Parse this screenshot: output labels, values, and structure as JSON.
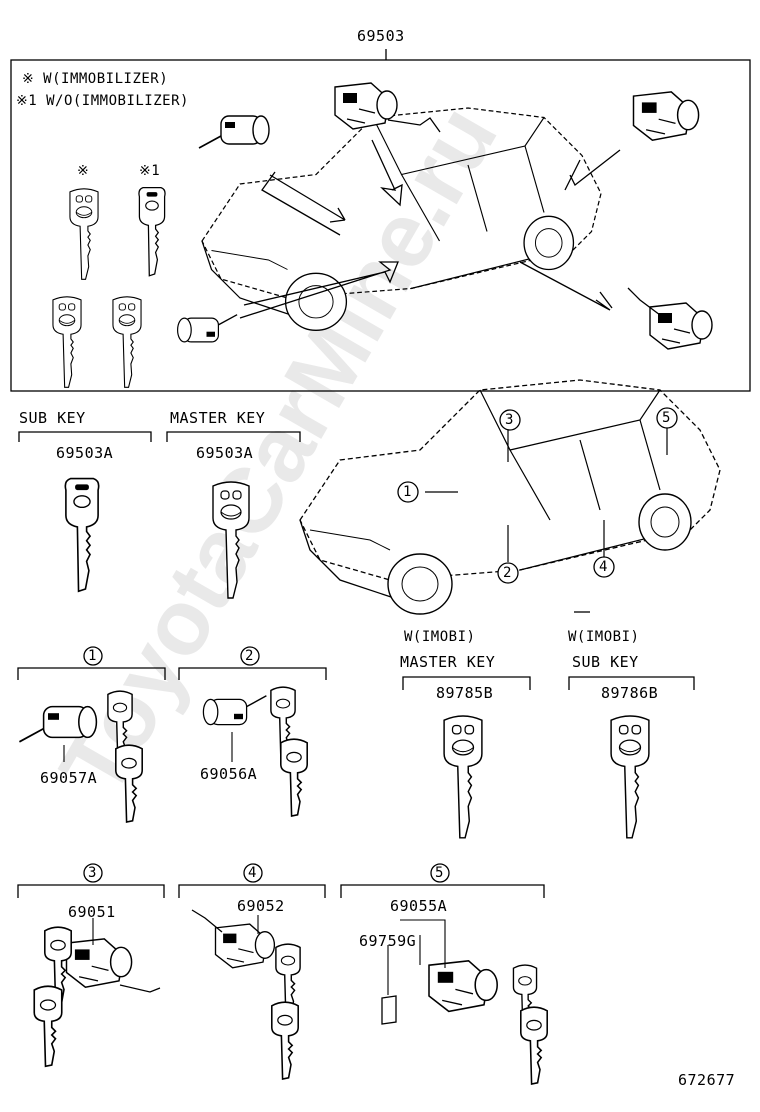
{
  "watermark": "ToyotaCarMine.ru",
  "header": {
    "part_number": "69503"
  },
  "legend": {
    "with_immobilizer": "※ W(IMMOBILIZER)",
    "without_immobilizer": "※1 W/O(IMMOBILIZER)"
  },
  "legend_marks": {
    "w": "※",
    "wo": "※1"
  },
  "keys": {
    "sub_key": {
      "label": "SUB KEY",
      "part": "69503A"
    },
    "master_key": {
      "label": "MASTER KEY",
      "part": "69503A"
    },
    "imobi_master": {
      "note": "W(IMOBI)",
      "label": "MASTER KEY",
      "part": "89785B"
    },
    "imobi_sub": {
      "note": "W(IMOBI)",
      "label": "SUB KEY",
      "part": "89786B"
    }
  },
  "callouts": [
    "1",
    "2",
    "3",
    "4",
    "5"
  ],
  "groups": [
    {
      "num": "1",
      "parts": [
        "69057A"
      ]
    },
    {
      "num": "2",
      "parts": [
        "69056A"
      ]
    },
    {
      "num": "3",
      "parts": [
        "69051"
      ]
    },
    {
      "num": "4",
      "parts": [
        "69052"
      ]
    },
    {
      "num": "5",
      "parts": [
        "69055A",
        "69759G"
      ]
    }
  ],
  "footer": {
    "diagram_id": "672677"
  }
}
